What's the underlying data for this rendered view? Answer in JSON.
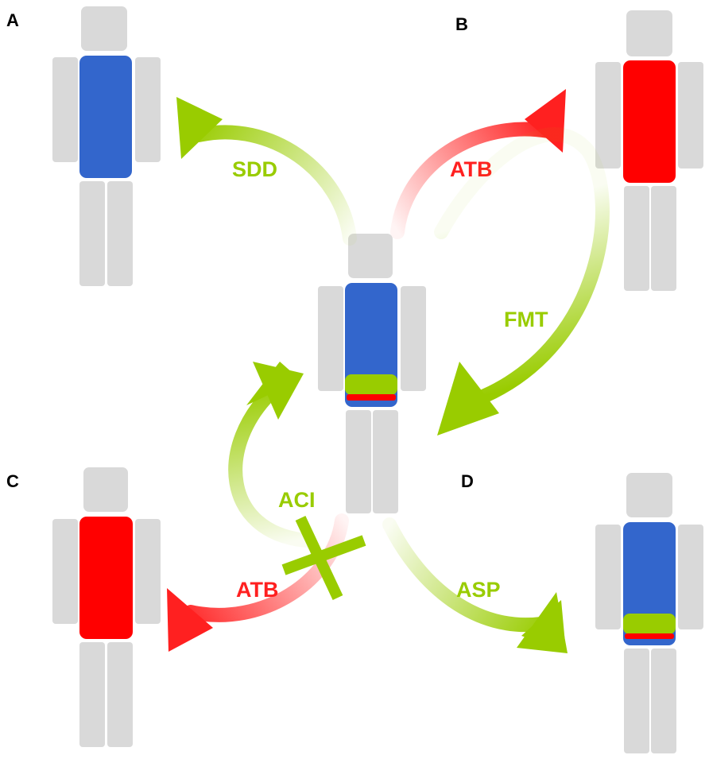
{
  "colors": {
    "limb": "#d9d9d9",
    "healthy_body": "#3366cc",
    "dysbiotic_body": "#ff0000",
    "green_arrow": "#99cc00",
    "red_arrow": "#ff2020",
    "panel_letter": "#000000"
  },
  "panels": {
    "a": {
      "letter": "A"
    },
    "b": {
      "letter": "B"
    },
    "c": {
      "letter": "C"
    },
    "d": {
      "letter": "D"
    }
  },
  "arrows": {
    "sdd": {
      "label": "SDD"
    },
    "atb_b": {
      "label": "ATB"
    },
    "fmt": {
      "label": "FMT"
    },
    "aci": {
      "label": "ACI",
      "blocked": true
    },
    "atb_c": {
      "label": "ATB"
    },
    "asp": {
      "label": "ASP"
    }
  },
  "figures": {
    "center": {
      "state": "healthy with protective layer"
    },
    "a": {
      "state": "healthy"
    },
    "b": {
      "state": "dysbiotic"
    },
    "c": {
      "state": "dysbiotic"
    },
    "d": {
      "state": "healthy with protective layer"
    }
  }
}
